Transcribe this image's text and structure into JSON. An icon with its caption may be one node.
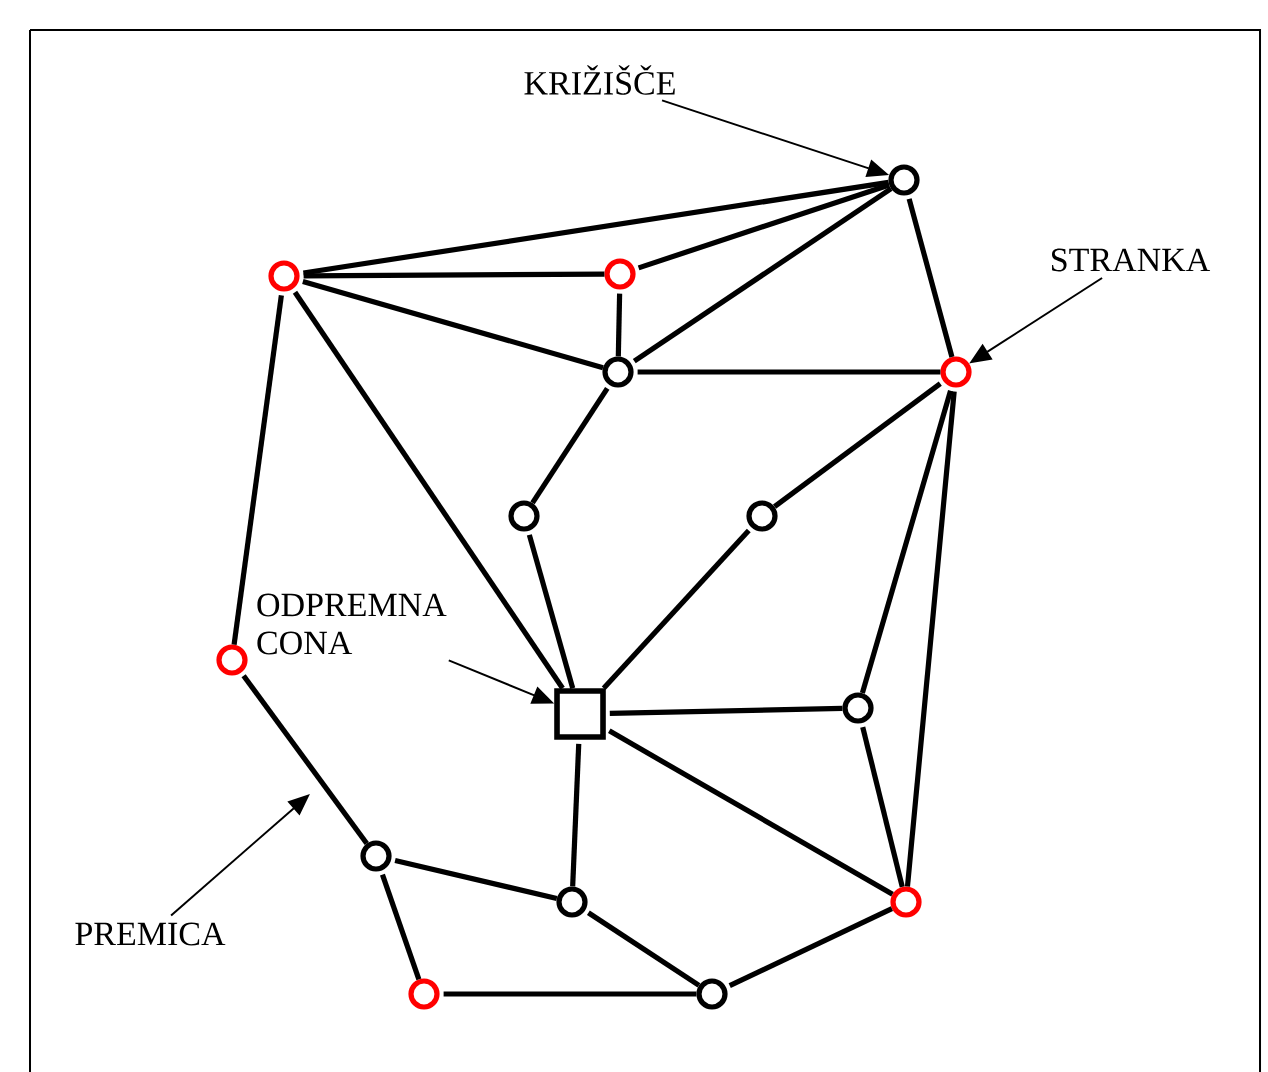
{
  "diagram": {
    "nodes": [
      {
        "text": [],
        "shape": "circle"
      },
      {
        "text": [],
        "shape": "circle"
      },
      {
        "text": [],
        "shape": "circle"
      },
      {
        "text": [],
        "shape": "circle"
      },
      {
        "text": [],
        "shape": "circle"
      },
      {
        "text": [],
        "shape": "circle"
      },
      {
        "text": [],
        "shape": "circle"
      },
      {
        "text": [],
        "shape": "circle"
      },
      {
        "text": [],
        "shape": "box"
      },
      {
        "text": [],
        "shape": "circle"
      },
      {
        "text": [],
        "shape": "circle"
      },
      {
        "text": [],
        "shape": "circle"
      },
      {
        "text": [],
        "shape": "circle"
      },
      {
        "text": [],
        "shape": "circle"
      },
      {
        "text": [],
        "shape": "circle"
      },
      {
        "text": [
          "KRIŽIŠČE"
        ]
      },
      {
        "text": [
          "STRANKA"
        ]
      },
      {
        "text": [
          "ODPREMNA CONA"
        ]
      },
      {
        "text": [
          "PREMICA"
        ]
      }
    ],
    "edges": [
      {
        "from": 1,
        "to": 0,
        "arrow": "none"
      },
      {
        "from": 1,
        "to": 2,
        "arrow": "none"
      },
      {
        "from": 1,
        "to": 3,
        "arrow": "none"
      },
      {
        "from": 1,
        "to": 8,
        "arrow": "none"
      },
      {
        "from": 1,
        "to": 7,
        "arrow": "none"
      },
      {
        "from": 2,
        "to": 0,
        "arrow": "none"
      },
      {
        "from": 2,
        "to": 3,
        "arrow": "none"
      },
      {
        "from": 3,
        "to": 0,
        "arrow": "none"
      },
      {
        "from": 3,
        "to": 4,
        "arrow": "none"
      },
      {
        "from": 0,
        "to": 4,
        "arrow": "none"
      },
      {
        "from": 3,
        "to": 5,
        "arrow": "none"
      },
      {
        "from": 5,
        "to": 8,
        "arrow": "none"
      },
      {
        "from": 6,
        "to": 8,
        "arrow": "none"
      },
      {
        "from": 4,
        "to": 6,
        "arrow": "none"
      },
      {
        "from": 4,
        "to": 9,
        "arrow": "none"
      },
      {
        "from": 4,
        "to": 12,
        "arrow": "none"
      },
      {
        "from": 8,
        "to": 9,
        "arrow": "none"
      },
      {
        "from": 8,
        "to": 12,
        "arrow": "none"
      },
      {
        "from": 8,
        "to": 11,
        "arrow": "none"
      },
      {
        "from": 9,
        "to": 12,
        "arrow": "none"
      },
      {
        "from": 7,
        "to": 10,
        "arrow": "none"
      },
      {
        "from": 10,
        "to": 11,
        "arrow": "none"
      },
      {
        "from": 10,
        "to": 13,
        "arrow": "none"
      },
      {
        "from": 13,
        "to": 14,
        "arrow": "none"
      },
      {
        "from": 11,
        "to": 14,
        "arrow": "none"
      },
      {
        "from": 14,
        "to": 12,
        "arrow": "none"
      },
      {
        "from": 15,
        "to": 0,
        "arrow": "to"
      },
      {
        "from": 16,
        "to": 4,
        "arrow": "to"
      },
      {
        "from": 17,
        "to": 8,
        "arrow": "to"
      },
      {
        "from": 18,
        "to": null,
        "arrow": "to"
      }
    ]
  }
}
